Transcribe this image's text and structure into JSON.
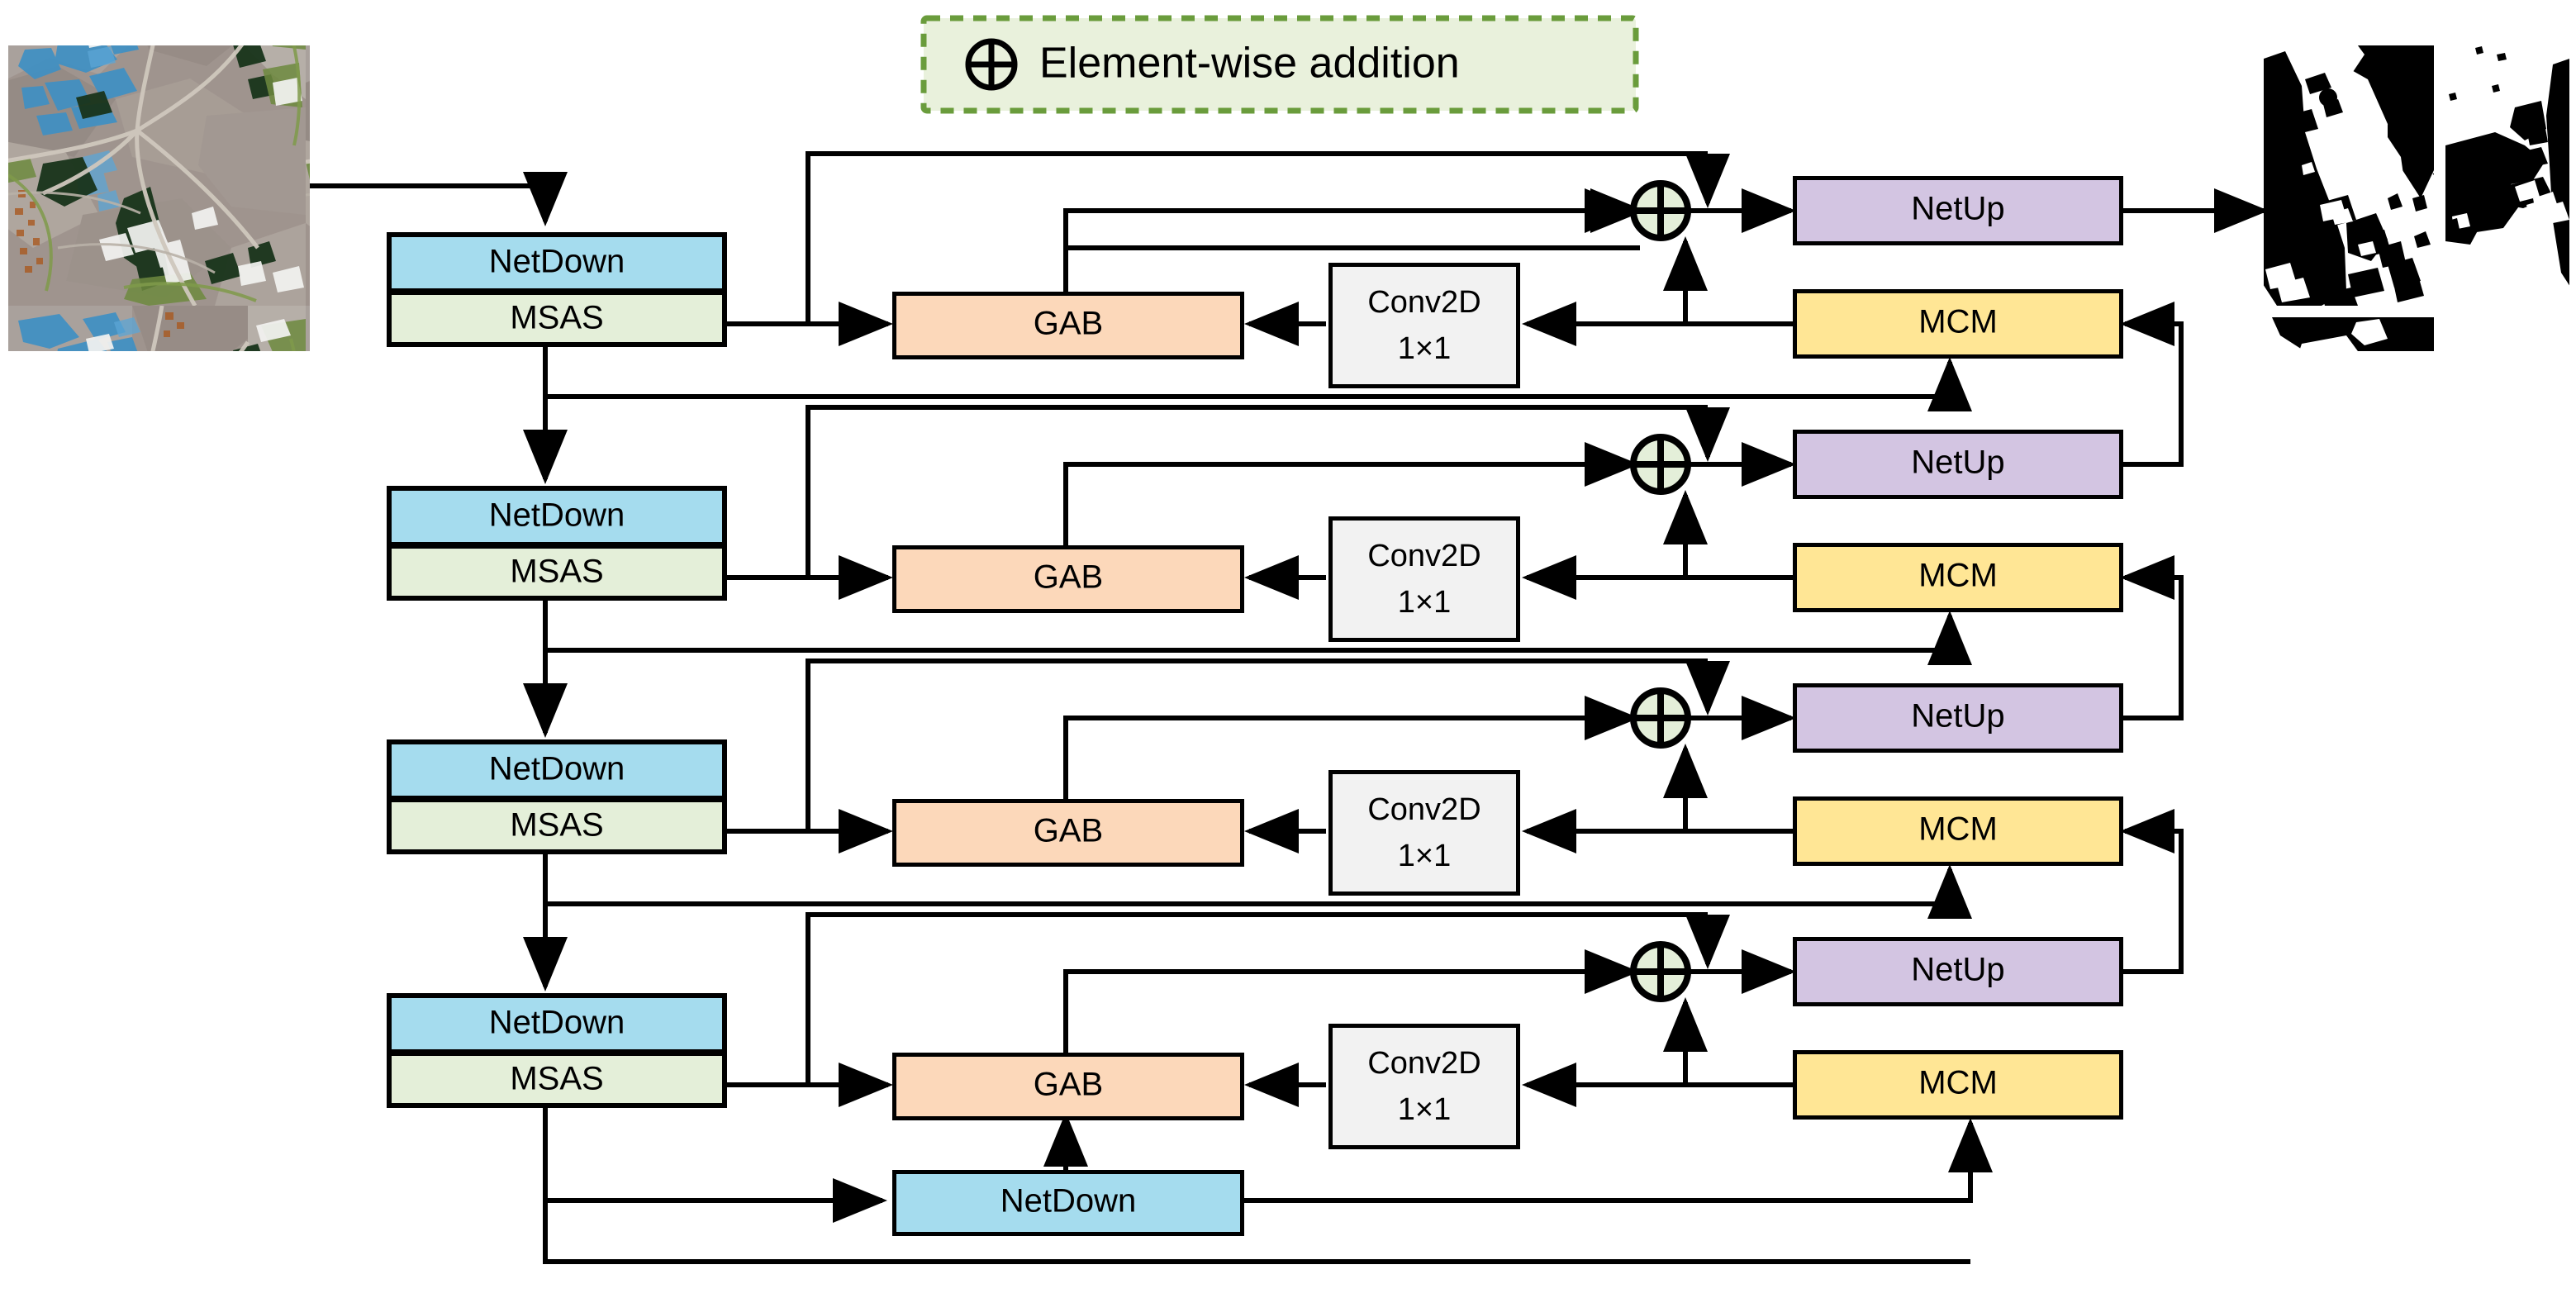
{
  "figure": {
    "type": "neural-network-architecture-diagram",
    "title": "Encoder-decoder segmentation network",
    "background": "#ffffff"
  },
  "legend": {
    "symbol": "⊕",
    "symbol_name": "element-wise-addition-icon",
    "label": "Element-wise addition",
    "box_fill": "#e9f1dc",
    "box_border": "#6a9c3c",
    "box_border_style": "dashed"
  },
  "colors": {
    "netdown": "#a5dcee",
    "msas": "#e4efd9",
    "gab": "#fcd8ba",
    "conv2d": "#f2f2f2",
    "netup": "#d3c5e2",
    "mcm": "#ffe695",
    "adder_fill": "#e4efd9",
    "stroke": "#000000"
  },
  "images": {
    "input": {
      "name": "input-satellite-image",
      "alt": "Remote sensing RGB satellite image of terrain with roads, water and vegetation"
    },
    "output": {
      "name": "output-binary-mask",
      "alt": "Binary segmentation mask, black foreground on white background"
    }
  },
  "labels": {
    "netdown": "NetDown",
    "msas": "MSAS",
    "gab": "GAB",
    "conv2d_line1": "Conv2D",
    "conv2d_line2": "1×1",
    "netup": "NetUp",
    "mcm": "MCM"
  },
  "stages": [
    {
      "index": 1,
      "encoder": {
        "top": "NetDown",
        "bottom": "MSAS"
      },
      "gab": "GAB",
      "conv": {
        "line1": "Conv2D",
        "line2": "1×1"
      },
      "adder": "⊕",
      "netup": "NetUp",
      "mcm": "MCM"
    },
    {
      "index": 2,
      "encoder": {
        "top": "NetDown",
        "bottom": "MSAS"
      },
      "gab": "GAB",
      "conv": {
        "line1": "Conv2D",
        "line2": "1×1"
      },
      "adder": "⊕",
      "netup": "NetUp",
      "mcm": "MCM"
    },
    {
      "index": 3,
      "encoder": {
        "top": "NetDown",
        "bottom": "MSAS"
      },
      "gab": "GAB",
      "conv": {
        "line1": "Conv2D",
        "line2": "1×1"
      },
      "adder": "⊕",
      "netup": "NetUp",
      "mcm": "MCM"
    },
    {
      "index": 4,
      "encoder": {
        "top": "NetDown",
        "bottom": "MSAS"
      },
      "gab": "GAB",
      "conv": {
        "line1": "Conv2D",
        "line2": "1×1"
      },
      "adder": "⊕",
      "netup": "NetUp",
      "mcm": "MCM"
    }
  ],
  "bottleneck": {
    "netdown": "NetDown"
  }
}
